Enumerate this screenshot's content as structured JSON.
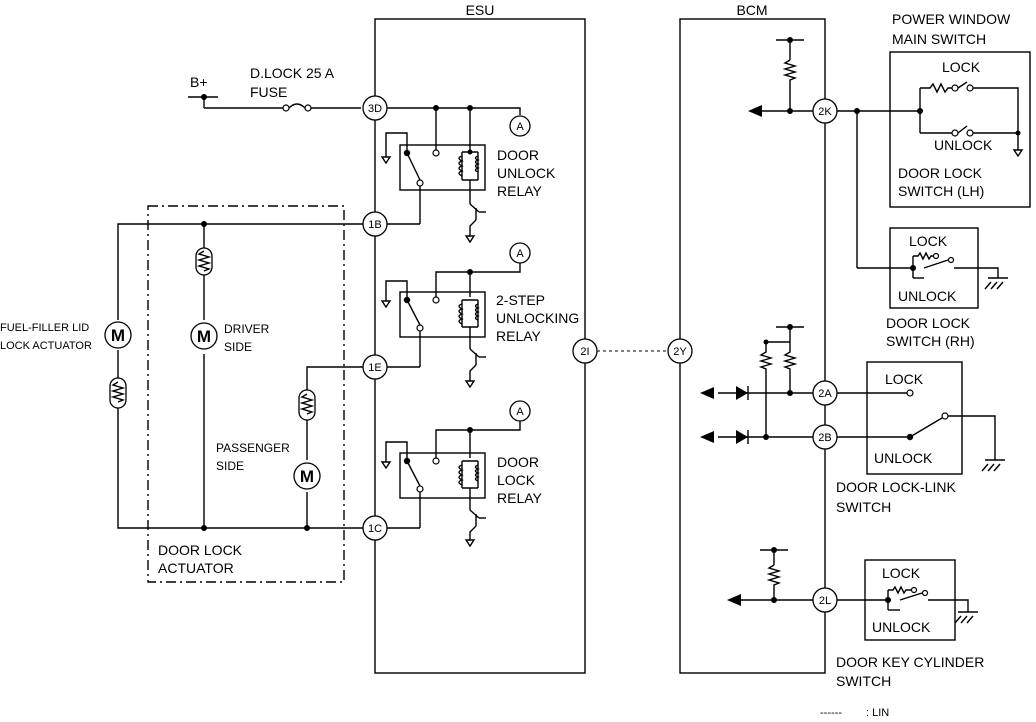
{
  "modules": {
    "esu": "ESU",
    "bcm": "BCM"
  },
  "power": {
    "battery": "B+",
    "fuse_line1": "D.LOCK 25 A",
    "fuse_line2": "FUSE"
  },
  "esu_terminals": {
    "t3d": "3D",
    "t1b": "1B",
    "t1e": "1E",
    "t1c": "1C",
    "t2i": "2I"
  },
  "bcm_terminals": {
    "t2y": "2Y",
    "t2k": "2K",
    "t2a": "2A",
    "t2b": "2B",
    "t2l": "2L"
  },
  "connector_a": "A",
  "relays": {
    "unlock": [
      "DOOR",
      "UNLOCK",
      "RELAY"
    ],
    "two_step": [
      "2-STEP",
      "UNLOCKING",
      "RELAY"
    ],
    "lock": [
      "DOOR",
      "LOCK",
      "RELAY"
    ]
  },
  "actuators": {
    "fuel_filler": [
      "FUEL-FILLER LID",
      "LOCK ACTUATOR"
    ],
    "driver": [
      "DRIVER",
      "SIDE"
    ],
    "passenger": [
      "PASSENGER",
      "SIDE"
    ],
    "group": [
      "DOOR LOCK",
      "ACTUATOR"
    ],
    "motor_symbol": "M"
  },
  "switches": {
    "pw_main_title": [
      "POWER WINDOW",
      "MAIN SWITCH"
    ],
    "lock": "LOCK",
    "unlock": "UNLOCK",
    "door_lock_lh": [
      "DOOR LOCK",
      "SWITCH (LH)"
    ],
    "door_lock_rh": [
      "DOOR LOCK",
      "SWITCH (RH)"
    ],
    "lock_link": [
      "DOOR LOCK-LINK",
      "SWITCH"
    ],
    "key_cylinder": [
      "DOOR KEY CYLINDER",
      "SWITCH"
    ]
  },
  "legend": {
    "symbol": "------",
    "label": ": LIN"
  }
}
